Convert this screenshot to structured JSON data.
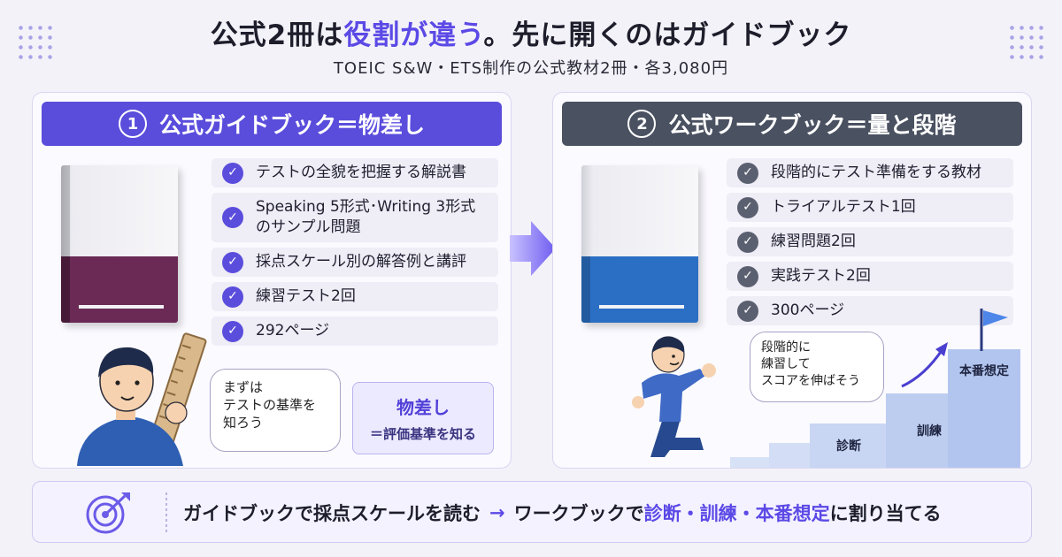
{
  "header": {
    "title_pre": "公式2冊は",
    "title_highlight": "役割が違う",
    "title_post": "。先に開くのはガイドブック",
    "subtitle": "TOEIC S&W・ETS制作の公式教材2冊・各3,080円"
  },
  "left_card": {
    "number": "1",
    "heading": "公式ガイドブック＝物差し",
    "book_color": "#6b2a55",
    "items": [
      "テストの全貌を把握する解説書",
      "Speaking 5形式･Writing 3形式のサンプル問題",
      "採点スケール別の解答例と講評",
      "練習テスト2回",
      "292ページ"
    ],
    "bubble": [
      "まずは",
      "テストの基準を",
      "知ろう"
    ],
    "callout_title": "物差し",
    "callout_sub": "＝評価基準を知る"
  },
  "right_card": {
    "number": "2",
    "heading": "公式ワークブック＝量と段階",
    "book_color": "#2b6fc4",
    "items": [
      "段階的にテスト準備をする教材",
      "トライアルテスト1回",
      "練習問題2回",
      "実践テスト2回",
      "300ページ"
    ],
    "bubble": [
      "段階的に",
      "練習して",
      "スコアを伸ばそう"
    ],
    "steps": [
      "診断",
      "訓練",
      "本番想定"
    ]
  },
  "footer": {
    "part1": "ガイドブックで採点スケールを読む",
    "arrow": "→",
    "part2": "ワークブックで",
    "highlight": "診断・訓練・本番想定",
    "part3": "に割り当てる"
  },
  "colors": {
    "accent": "#5b49e6",
    "dark": "#4a5161"
  }
}
